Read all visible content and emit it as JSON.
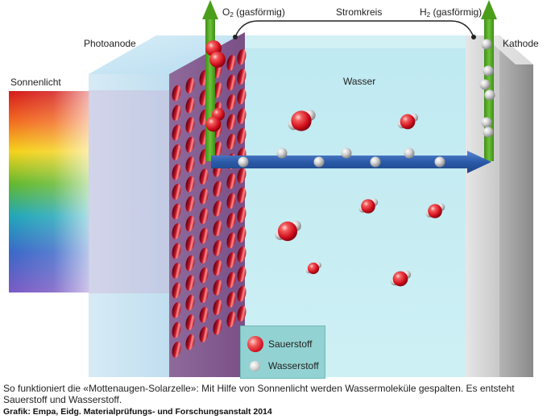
{
  "labels": {
    "sunlight": "Sonnenlicht",
    "photoanode": "Photoanode",
    "water": "Wasser",
    "circuit": "Stromkreis",
    "cathode": "Kathode",
    "oxygen_gas_symbol": "O",
    "oxygen_gas_sub": "2",
    "oxygen_gas_text": "(gasförmig)",
    "hydrogen_gas_symbol": "H",
    "hydrogen_gas_sub": "2",
    "hydrogen_gas_text": "(gasförmig)"
  },
  "legend": {
    "oxygen": "Sauerstoff",
    "hydrogen": "Wasserstoff"
  },
  "caption": "So funktioniert die «Mottenaugen-Solarzelle»: Mit Hilfe von Sonnenlicht werden Wassermoleküle gespalten. Es entsteht Sauerstoff und Wasserstoff.",
  "credit": "Grafik: Empa, Eidg. Materialprüfungs- und Forschungsanstalt 2014",
  "colors": {
    "water": "#c4ecf2",
    "oxygen": "#e0202e",
    "hydrogen": "#c8c8c8",
    "arrow_up": "#4a9e1a",
    "arrow_flow": "#2a5aa8"
  },
  "icons": [
    "oxygen-atom-icon",
    "hydrogen-atom-icon",
    "water-molecule-icon",
    "up-arrow-icon",
    "right-arrow-icon"
  ]
}
